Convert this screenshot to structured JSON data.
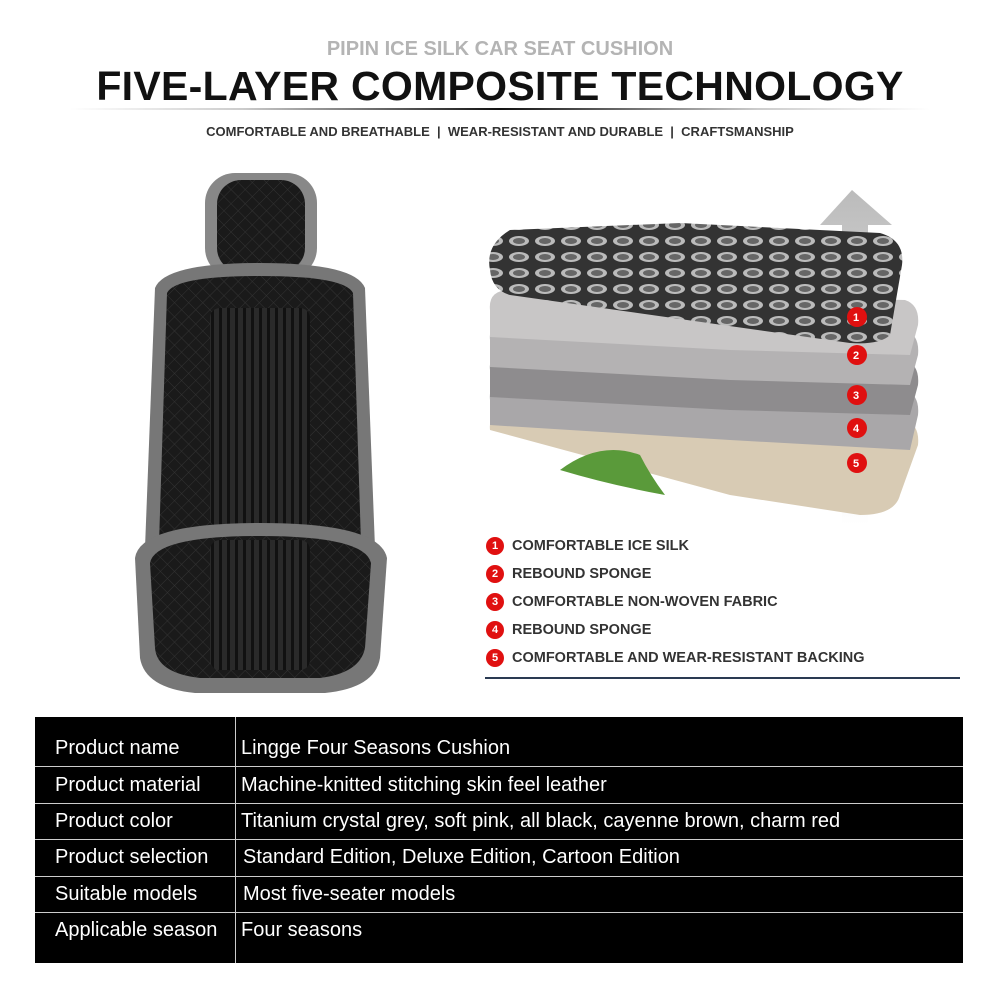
{
  "header": {
    "subtitle": "PIPIN ICE SILK CAR SEAT CUSHION",
    "title": "FIVE-LAYER COMPOSITE TECHNOLOGY",
    "tagline": "COMFORTABLE AND BREATHABLE  |  WEAR-RESISTANT AND DURABLE  |  CRAFTSMANSHIP"
  },
  "layers": {
    "badge_color": "#e01010",
    "items": [
      {
        "num": "1",
        "label": "COMFORTABLE ICE SILK"
      },
      {
        "num": "2",
        "label": "REBOUND SPONGE"
      },
      {
        "num": "3",
        "label": "COMFORTABLE NON-WOVEN FABRIC"
      },
      {
        "num": "4",
        "label": "REBOUND SPONGE"
      },
      {
        "num": "5",
        "label": "COMFORTABLE AND WEAR-RESISTANT BACKING"
      }
    ]
  },
  "specs": [
    {
      "key": "Product name",
      "value": "Lingge Four Seasons Cushion"
    },
    {
      "key": "Product material",
      "value": "Machine-knitted stitching skin feel leather"
    },
    {
      "key": "Product color",
      "value": "Titanium crystal grey, soft pink, all black, cayenne brown, charm red"
    },
    {
      "key": "Product selection",
      "value": "Standard Edition, Deluxe Edition, Cartoon Edition"
    },
    {
      "key": "Suitable models",
      "value": "Most five-seater models"
    },
    {
      "key": "Applicable season",
      "value": "Four seasons"
    }
  ]
}
